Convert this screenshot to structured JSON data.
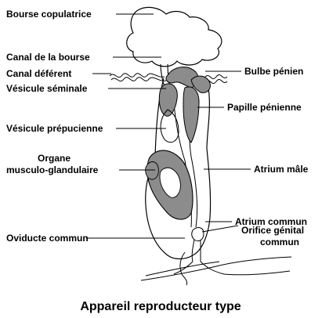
{
  "title": "Appareil reproducteur type",
  "labels": {
    "bourse_copulatrice": "Bourse copulatrice",
    "canal_bourse": "Canal de la bourse",
    "canal_deferent": "Canal déférent",
    "vesicule_seminale": "Vésicule séminale",
    "vesicule_prepucienne": "Vésicule prépucienne",
    "organe_line1": "Organe",
    "organe_line2": "musculo-glandulaire",
    "bulbe_penien": "Bulbe pénien",
    "papille_penienne": "Papille pénienne",
    "atrium_male": "Atrium mâle",
    "atrium_commun": "Atrium commun",
    "orifice_line1": "Orifice génital",
    "orifice_line2": "commun",
    "oviducte_commun": "Oviducte commun"
  },
  "colors": {
    "ink": "#000000",
    "gland_fill": "#8c8c8c",
    "background": "#ffffff"
  }
}
